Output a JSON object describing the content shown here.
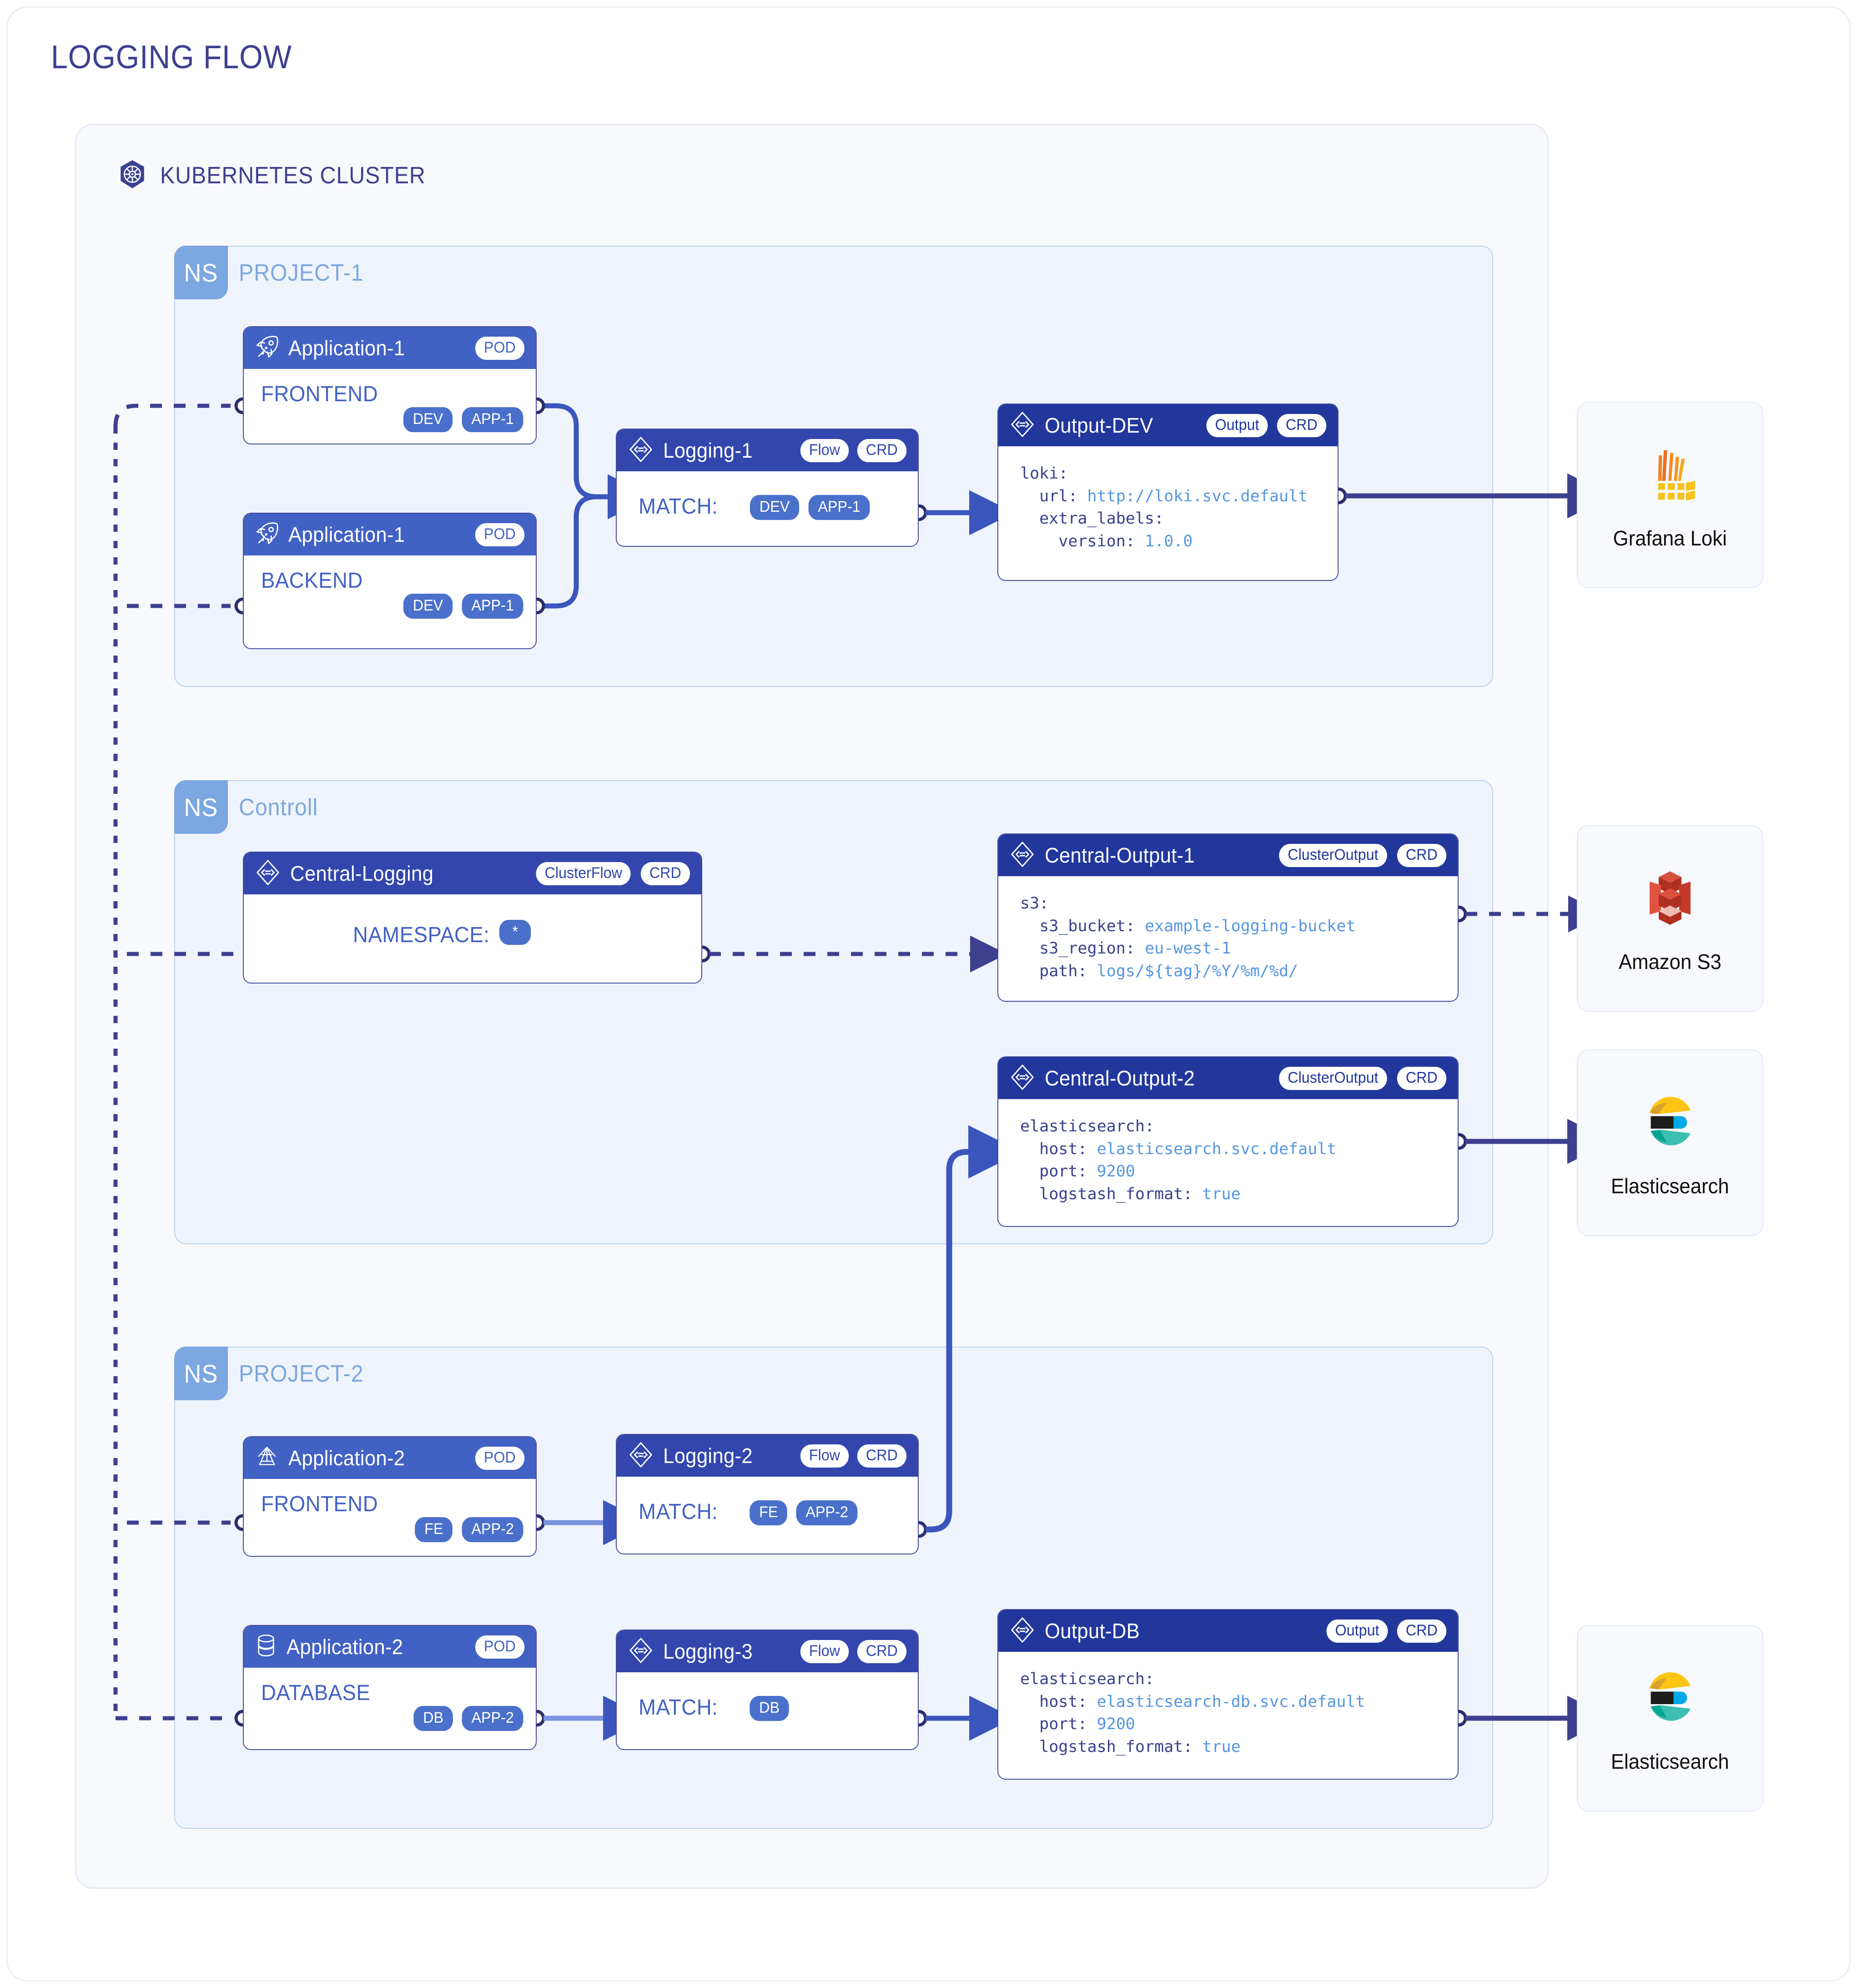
{
  "page": {
    "title": "LOGGING FLOW"
  },
  "cluster": {
    "icon": "kubernetes-icon",
    "title": "KUBERNETES CLUSTER"
  },
  "colors": {
    "title_purple": "#3d3f8f",
    "ns_blue": "#7ca7e0",
    "pod_header": "#4261c4",
    "flow_header": "#3246ad",
    "output_header": "#22379c",
    "tag_blue": "#4a70cb",
    "yaml_key": "#3a3f8c",
    "yaml_value": "#5596e0",
    "cluster_bg": "#f8f9fc",
    "namespace_bg": "#eff4fc",
    "edge_solid": "#3a56bd",
    "edge_dotted": "#3d3f8f"
  },
  "namespaces": [
    {
      "tag": "NS",
      "name": "PROJECT-1"
    },
    {
      "tag": "NS",
      "name": "Controll"
    },
    {
      "tag": "NS",
      "name": "PROJECT-2"
    }
  ],
  "nodes": {
    "app1_frontend": {
      "icon": "rocket-icon",
      "title": "Application-1",
      "kind_pill": "POD",
      "body_label": "FRONTEND",
      "tags": [
        "DEV",
        "APP-1"
      ]
    },
    "app1_backend": {
      "icon": "rocket-icon",
      "title": "Application-1",
      "kind_pill": "POD",
      "body_label": "BACKEND",
      "tags": [
        "DEV",
        "APP-1"
      ]
    },
    "logging1": {
      "icon": "crd-diamond-icon",
      "title": "Logging-1",
      "pills": [
        "Flow",
        "CRD"
      ],
      "body_label": "MATCH:",
      "tags": [
        "DEV",
        "APP-1"
      ]
    },
    "output_dev": {
      "icon": "crd-diamond-icon",
      "title": "Output-DEV",
      "pills": [
        "Output",
        "CRD"
      ],
      "yaml": [
        {
          "text": "loki:",
          "value": ""
        },
        {
          "text": "  url: ",
          "value": "http://loki.svc.default"
        },
        {
          "text": "  extra_labels:",
          "value": ""
        },
        {
          "text": "    version: ",
          "value": "1.0.0"
        }
      ]
    },
    "central_logging": {
      "icon": "crd-diamond-icon",
      "title": "Central-Logging",
      "pills": [
        "ClusterFlow",
        "CRD"
      ],
      "body_label": "NAMESPACE:",
      "tags": [
        "*"
      ]
    },
    "central_output_1": {
      "icon": "crd-diamond-icon",
      "title": "Central-Output-1",
      "pills": [
        "ClusterOutput",
        "CRD"
      ],
      "yaml": [
        {
          "text": "s3:",
          "value": ""
        },
        {
          "text": "  s3_bucket: ",
          "value": "example-logging-bucket"
        },
        {
          "text": "  s3_region: ",
          "value": "eu-west-1"
        },
        {
          "text": "  path: ",
          "value": "logs/${tag}/%Y/%m/%d/"
        }
      ]
    },
    "central_output_2": {
      "icon": "crd-diamond-icon",
      "title": "Central-Output-2",
      "pills": [
        "ClusterOutput",
        "CRD"
      ],
      "yaml": [
        {
          "text": "elasticsearch:",
          "value": ""
        },
        {
          "text": "  host: ",
          "value": "elasticsearch.svc.default"
        },
        {
          "text": "  port: ",
          "value": "9200"
        },
        {
          "text": "  logstash_format: ",
          "value": "true"
        }
      ]
    },
    "app2_frontend": {
      "icon": "antenna-icon",
      "title": "Application-2",
      "kind_pill": "POD",
      "body_label": "FRONTEND",
      "tags": [
        "FE",
        "APP-2"
      ]
    },
    "app2_database": {
      "icon": "database-icon",
      "title": "Application-2",
      "kind_pill": "POD",
      "body_label": "DATABASE",
      "tags": [
        "DB",
        "APP-2"
      ]
    },
    "logging2": {
      "icon": "crd-diamond-icon",
      "title": "Logging-2",
      "pills": [
        "Flow",
        "CRD"
      ],
      "body_label": "MATCH:",
      "tags": [
        "FE",
        "APP-2"
      ]
    },
    "logging3": {
      "icon": "crd-diamond-icon",
      "title": "Logging-3",
      "pills": [
        "Flow",
        "CRD"
      ],
      "body_label": "MATCH:",
      "tags": [
        "DB"
      ]
    },
    "output_db": {
      "icon": "crd-diamond-icon",
      "title": "Output-DB",
      "pills": [
        "Output",
        "CRD"
      ],
      "yaml": [
        {
          "text": "elasticsearch:",
          "value": ""
        },
        {
          "text": "  host: ",
          "value": "elasticsearch-db.svc.default"
        },
        {
          "text": "  port: ",
          "value": "9200"
        },
        {
          "text": "  logstash_format: ",
          "value": "true"
        }
      ]
    }
  },
  "destinations": [
    {
      "icon": "grafana-loki-icon",
      "label": "Grafana Loki"
    },
    {
      "icon": "amazon-s3-icon",
      "label": "Amazon S3"
    },
    {
      "icon": "elasticsearch-icon",
      "label": "Elasticsearch"
    },
    {
      "icon": "elasticsearch-icon",
      "label": "Elasticsearch"
    }
  ]
}
